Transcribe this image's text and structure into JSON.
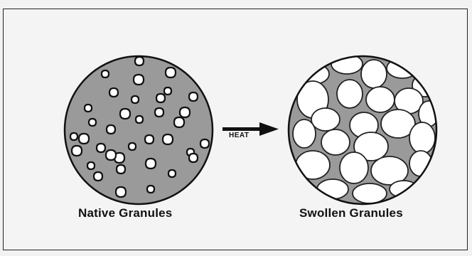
{
  "diagram": {
    "left_label": "Native Granules",
    "right_label": "Swollen Granules",
    "arrow_label": "HEAT"
  },
  "colors": {
    "circle_fill": "#9a9a9a",
    "circle_stroke": "#111111",
    "granule_fill": "#ffffff",
    "background": "#f4f4f4"
  }
}
